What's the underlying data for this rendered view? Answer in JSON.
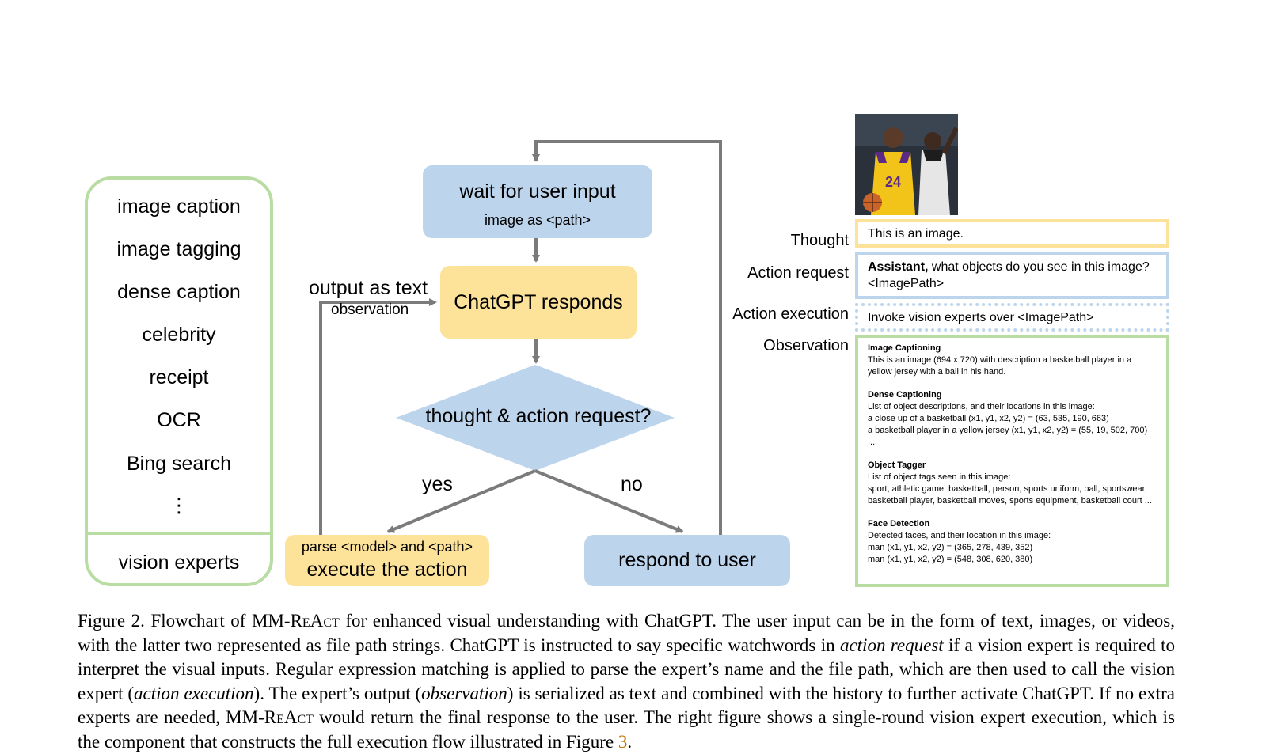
{
  "experts": {
    "items": [
      "image caption",
      "image tagging",
      "dense caption",
      "celebrity",
      "receipt",
      "OCR",
      "Bing search",
      "⋮"
    ],
    "footer": "vision experts"
  },
  "flow": {
    "wait": {
      "main": "wait for user input",
      "sub": "image as <path>"
    },
    "chatgpt": "ChatGPT responds",
    "decision": "thought & action request?",
    "execute": {
      "sub": "parse <model> and <path>",
      "main": "execute the action"
    },
    "respond": "respond to user",
    "output_label": "output as text",
    "observation_label": "observation",
    "yes": "yes",
    "no": "no"
  },
  "round": {
    "labels": {
      "thought": "Thought",
      "action_request": "Action request",
      "action_execution": "Action execution",
      "observation": "Observation"
    },
    "thought_text": "This is an image.",
    "action_bold": "Assistant,",
    "action_rest": " what objects do you see in this image? <ImagePath>",
    "execution_text": "Invoke vision experts over <ImagePath>",
    "observation": {
      "captioning_title": "Image Captioning",
      "captioning_text": "This is an image (694 x 720) with description a basketball player in a yellow jersey with a ball in his hand.",
      "dense_title": "Dense Captioning",
      "dense_lines": [
        "List of object descriptions, and their locations in this image:",
        "a close up of a basketball (x1, y1, x2, y2) = (63, 535, 190, 663)",
        "a basketball player in a yellow jersey (x1, y1, x2, y2) = (55, 19, 502, 700)",
        "..."
      ],
      "tagger_title": "Object Tagger",
      "tagger_lines": [
        "List of object tags seen in this image:",
        "sport, athletic game, basketball, person, sports uniform, ball, sportswear, basketball player, basketball moves, sports equipment, basketball court ..."
      ],
      "face_title": "Face Detection",
      "face_lines": [
        "Detected faces, and their location in this image:",
        "man (x1, y1, x2, y2) = (365, 278, 439, 352)",
        "man (x1, y1, x2, y2) = (548, 308, 620, 380)"
      ]
    },
    "photo_jersey_number": "24"
  },
  "caption": {
    "p1": "Figure 2. Flowchart of MM-",
    "sc1": "ReAct",
    "p2": " for enhanced visual understanding with ChatGPT. The user input can be in the form of text, images, or videos, with the latter two represented as file path strings. ChatGPT is instructed to say specific watchwords in ",
    "em1": "action request",
    "p3": " if a vision expert is required to interpret the visual inputs. Regular expression matching is applied to parse the expert’s name and the file path, which are then used to call the vision expert (",
    "em2": "action execution",
    "p4": "). The expert’s output (",
    "em3": "observation",
    "p5": ") is serialized as text and combined with the history to further activate ChatGPT. If no extra experts are needed, MM-",
    "sc2": "ReAct",
    "p6": " would return the final response to the user. The right figure shows a single-round vision expert execution, which is the component that constructs the full execution flow illustrated in Figure ",
    "ref": "3",
    "p7": "."
  }
}
